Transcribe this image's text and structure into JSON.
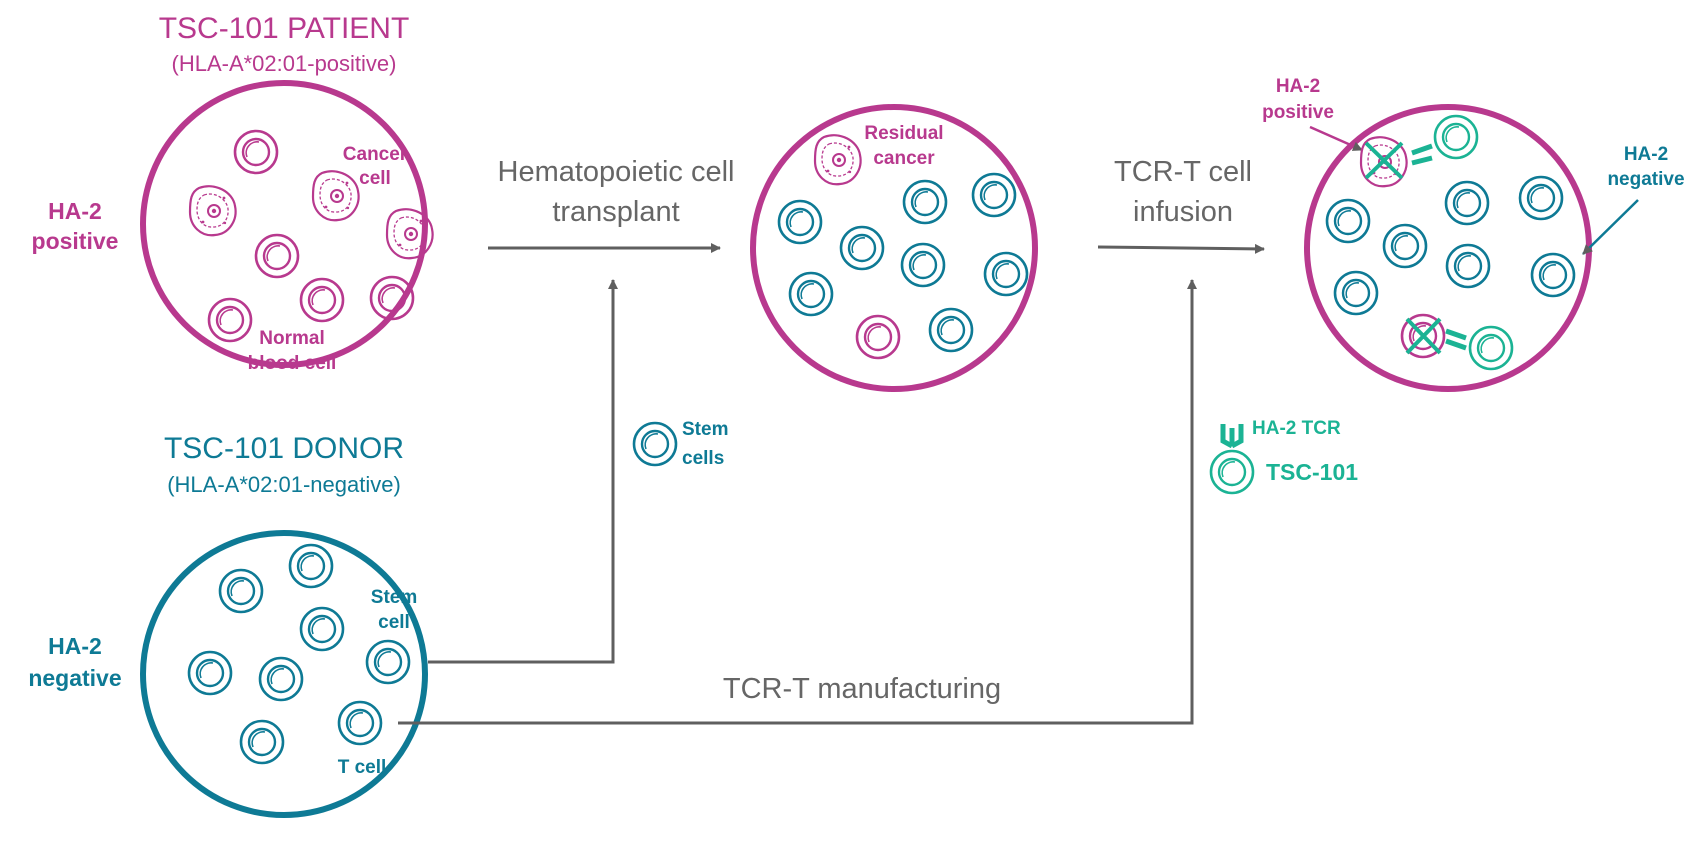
{
  "colors": {
    "patient": "#b8398e",
    "donor": "#0e7a95",
    "tcr": "#1bb394",
    "arrow": "#5f5f5f",
    "flow_text": "#666666"
  },
  "patient": {
    "title": "TSC-101 PATIENT",
    "subtitle": "(HLA-A*02:01-positive)",
    "side_label": [
      "HA-2",
      "positive"
    ],
    "cancer_cell_label": [
      "Cancer",
      "cell"
    ],
    "normal_cell_label": [
      "Normal",
      "blood cell"
    ]
  },
  "donor": {
    "title": "TSC-101 DONOR",
    "subtitle": "(HLA-A*02:01-negative)",
    "side_label": [
      "HA-2",
      "negative"
    ],
    "stem_cell_label": [
      "Stem",
      "cell"
    ],
    "t_cell_label": "T cell"
  },
  "transplant": {
    "label": [
      "Hematopoietic cell",
      "transplant"
    ],
    "residual_label": [
      "Residual",
      "cancer"
    ],
    "stem_cells_legend": [
      "Stem",
      "cells"
    ]
  },
  "infusion": {
    "label": [
      "TCR-T cell",
      "infusion"
    ],
    "positive_label": [
      "HA-2",
      "positive"
    ],
    "negative_label": [
      "HA-2",
      "negative"
    ],
    "tcr_legend": "HA-2 TCR",
    "product_legend": "TSC-101"
  },
  "manufacturing": {
    "label": "TCR-T manufacturing"
  }
}
